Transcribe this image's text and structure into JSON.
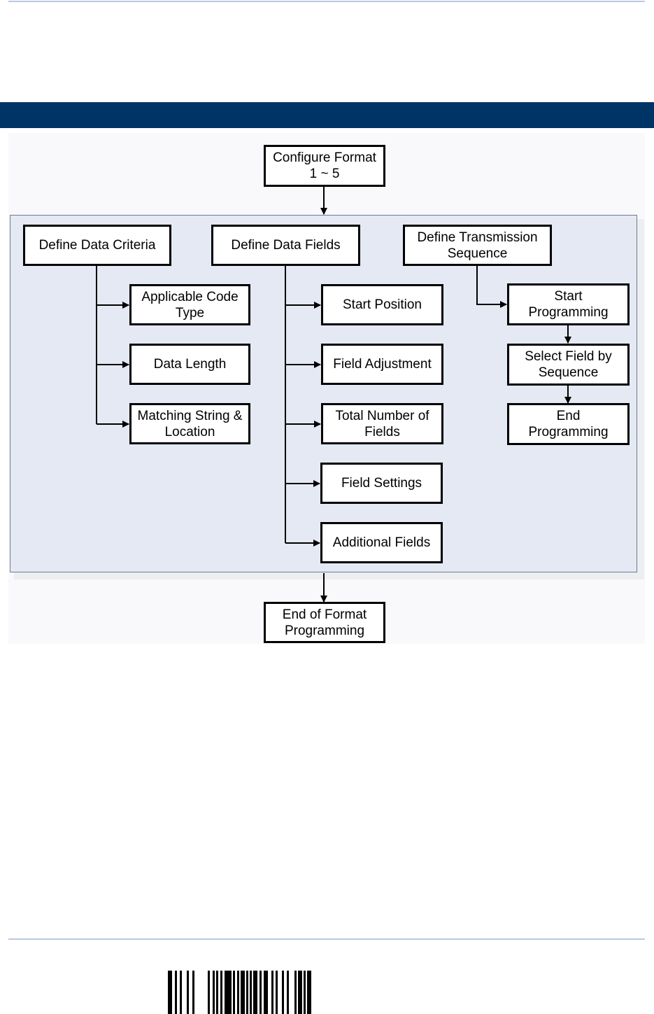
{
  "nodes": {
    "configure": "Configure Format\n1 ~ 5",
    "criteria": "Define Data Criteria",
    "fields": "Define Data Fields",
    "transmission": "Define Transmission\nSequence",
    "code_type": "Applicable Code\nType",
    "data_length": "Data Length",
    "matching": "Matching String &\nLocation",
    "start_position": "Start Position",
    "field_adjustment": "Field Adjustment",
    "total_fields": "Total Number of\nFields",
    "field_settings": "Field Settings",
    "additional_fields": "Additional Fields",
    "start_programming": "Start\nProgramming",
    "select_field": "Select Field by\nSequence",
    "end_programming": "End\nProgramming",
    "end_format": "End of Format\nProgramming"
  },
  "colors": {
    "header_band": "#003366",
    "panel_fill": "#e4e9f3",
    "rule": "#b9c8e0"
  }
}
